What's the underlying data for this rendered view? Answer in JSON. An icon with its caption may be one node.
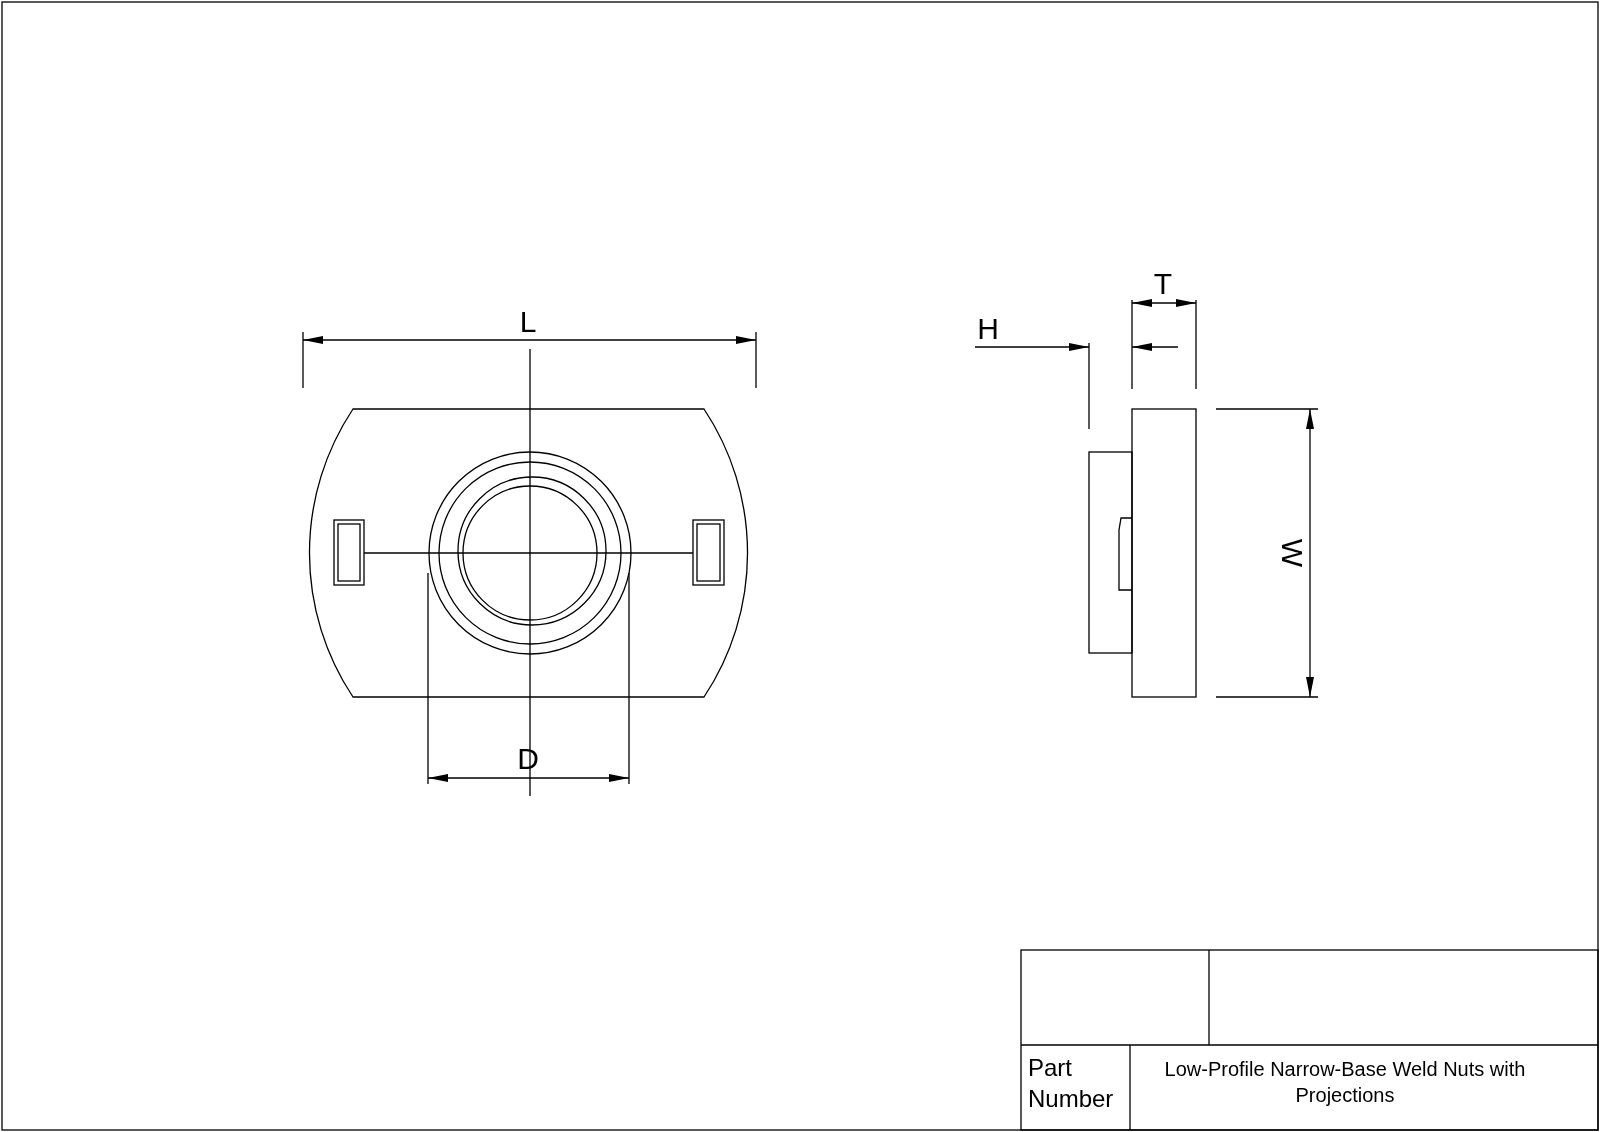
{
  "diagram": {
    "labels": [
      "L",
      "T",
      "H",
      "W",
      "D",
      "Part Number",
      "Low-Profile Narrow-Base Weld Nuts with Projections"
    ]
  }
}
